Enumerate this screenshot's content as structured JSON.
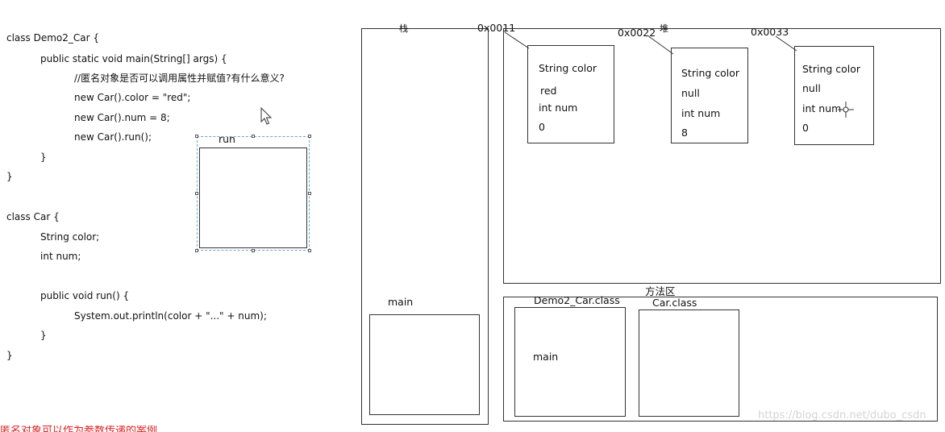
{
  "code": {
    "lines": [
      "class Demo2_Car {",
      "public static void main(String[] args) {",
      "//匿名对象是否可以调用属性并赋值?有什么意义?",
      "new Car().color = \"red\";",
      "new Car().num = 8;",
      "new Car().run();",
      "}",
      "}",
      "class Car {",
      "String color;",
      "int num;",
      "public void run() {",
      "System.out.println(color + \"...\" + num);",
      "}",
      "}"
    ]
  },
  "run_frame": {
    "label": "run"
  },
  "stack": {
    "label": "栈",
    "frame_label": "main"
  },
  "heap": {
    "label": "堆",
    "objects": [
      {
        "address": "0x0011",
        "field1_name": "String color",
        "field1_value": "red",
        "field2_name": "int num",
        "field2_value": "0"
      },
      {
        "address": "0x0022",
        "field1_name": "String color",
        "field1_value": "null",
        "field2_name": "int num",
        "field2_value": "8"
      },
      {
        "address": "0x0033",
        "field1_name": "String color",
        "field1_value": "null",
        "field2_name": "int num",
        "field2_value": "0"
      }
    ]
  },
  "method_area": {
    "label": "方法区",
    "classes": [
      {
        "name": "Demo2_Car.class",
        "content": "main"
      },
      {
        "name": "Car.class",
        "content": ""
      }
    ]
  },
  "watermark": "https://blog.csdn.net/dubo_csdn",
  "footer_text": "匿名对象可以作为参数传递的案例"
}
